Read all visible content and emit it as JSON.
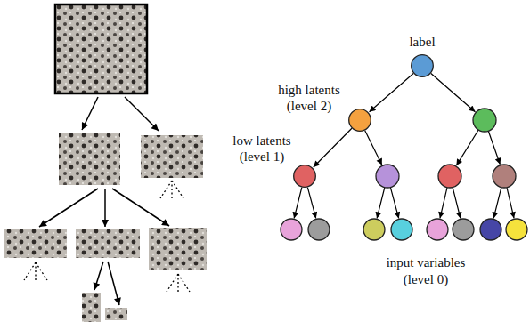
{
  "diagram": {
    "nodes": [
      {
        "text": [
          "label"
        ]
      },
      {
        "text": [
          "high latents (level 2)"
        ]
      },
      {
        "text": [
          "low latents (level 1)"
        ]
      }
    ],
    "edges": [
      {
        "from": 0,
        "to": 1,
        "arrow": "to"
      },
      {
        "from": 1,
        "to": 2,
        "arrow": "to"
      }
    ],
    "labels": [
      "input variables (level 0)"
    ]
  }
}
